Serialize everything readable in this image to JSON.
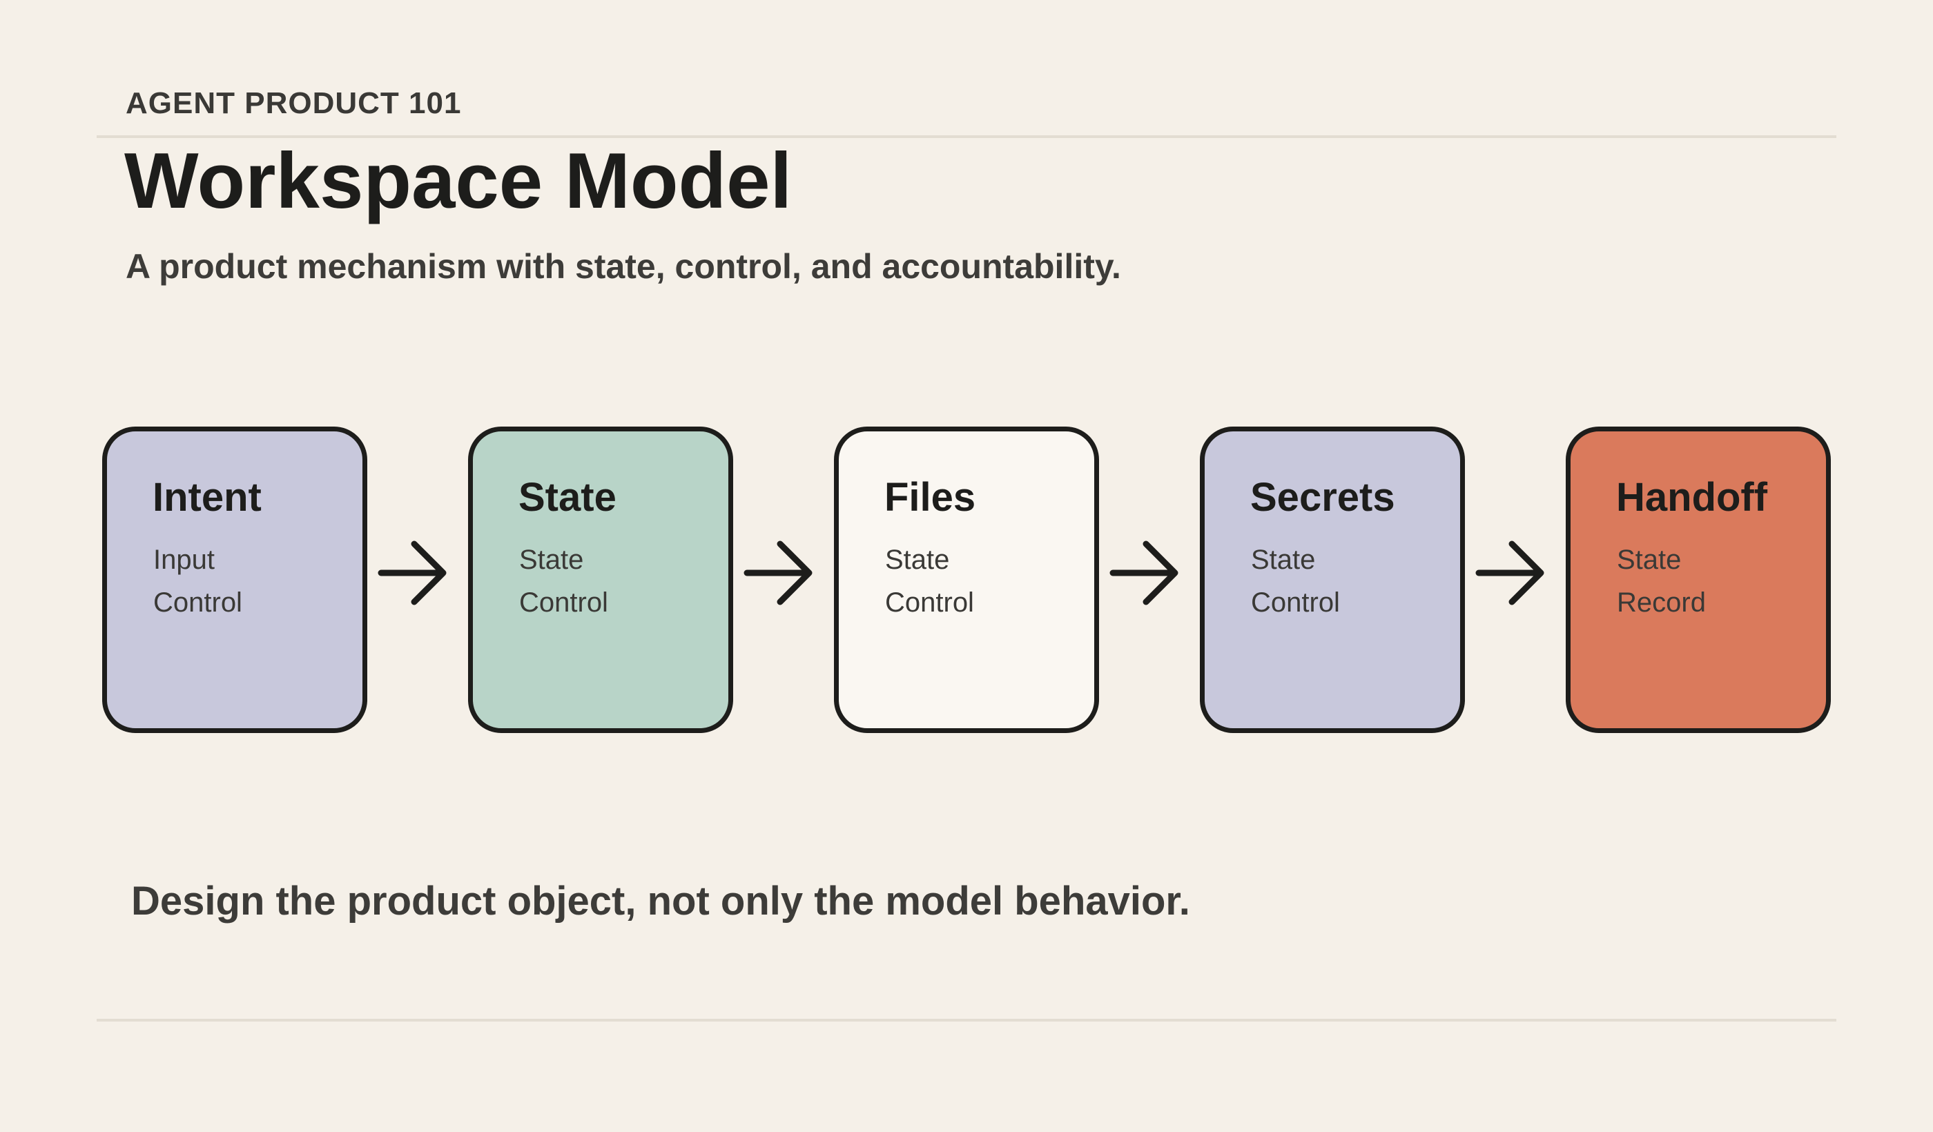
{
  "header": {
    "eyebrow": "AGENT PRODUCT 101",
    "title": "Workspace Model",
    "subtitle": "A product mechanism with state, control, and accountability."
  },
  "flow": {
    "steps": [
      {
        "title": "Intent",
        "lines": [
          "Input",
          "Control"
        ],
        "color": "#c8c8dc"
      },
      {
        "title": "State",
        "lines": [
          "State",
          "Control"
        ],
        "color": "#b8d4c8"
      },
      {
        "title": "Files",
        "lines": [
          "State",
          "Control"
        ],
        "color": "#faf7f2"
      },
      {
        "title": "Secrets",
        "lines": [
          "State",
          "Control"
        ],
        "color": "#c8c8dc"
      },
      {
        "title": "Handoff",
        "lines": [
          "State",
          "Record"
        ],
        "color": "#da7a5c"
      }
    ],
    "connector_icon": "arrow-right-icon",
    "border_color": "#1d1d1b"
  },
  "footer": {
    "note": "Design the product object, not only the model behavior."
  },
  "colors": {
    "background": "#f5f0e8",
    "rule": "#e3ddd2",
    "text": "#1d1d1b"
  }
}
